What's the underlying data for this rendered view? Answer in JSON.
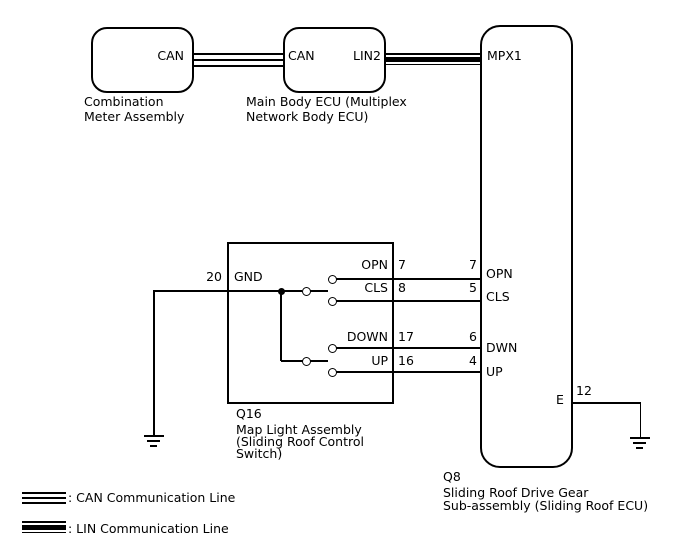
{
  "boxes": {
    "combination_meter": {
      "pin_can": "CAN",
      "caption1": "Combination",
      "caption2": "Meter Assembly"
    },
    "main_body_ecu": {
      "pin_can": "CAN",
      "pin_lin2": "LIN2",
      "caption1": "Main Body ECU (Multiplex",
      "caption2": "Network Body ECU)"
    },
    "sliding_roof_ecu": {
      "pin_mpx1": "MPX1",
      "num_opn": "7",
      "num_cls": "5",
      "num_dwn": "6",
      "num_up": "4",
      "num_e": "12",
      "pin_opn": "OPN",
      "pin_cls": "CLS",
      "pin_dwn": "DWN",
      "pin_up": "UP",
      "pin_e": "E",
      "code": "Q8",
      "caption1": "Sliding Roof Drive Gear",
      "caption2": "Sub-assembly (Sliding Roof ECU)"
    },
    "map_light": {
      "code": "Q16",
      "caption1": "Map Light Assembly",
      "caption2": "(Sliding Roof Control",
      "caption3": "Switch)",
      "num_gnd": "20",
      "pin_gnd": "GND",
      "pin_opn": "OPN",
      "num_opn": "7",
      "pin_cls": "CLS",
      "num_cls": "8",
      "pin_down": "DOWN",
      "num_down": "17",
      "pin_up": "UP",
      "num_up": "16"
    }
  },
  "legend": {
    "can_label": ": CAN Communication Line",
    "lin_label": ": LIN Communication Line"
  },
  "colors": {
    "wire": "#000000",
    "background": "#ffffff"
  }
}
